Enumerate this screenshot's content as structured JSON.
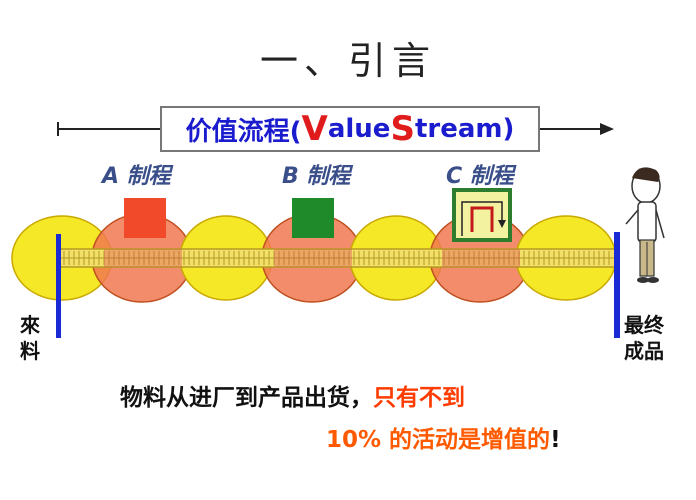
{
  "title": "一、引言",
  "value_stream": {
    "prefix": "价值流程(",
    "v_letter": "V",
    "middle": "alue ",
    "s_letter": "S",
    "suffix": "tream)"
  },
  "processes": [
    {
      "label": "A 制程",
      "color": "#f04a2a"
    },
    {
      "label": "B 制程",
      "color": "#1f8a2a"
    },
    {
      "label": "C 制程",
      "color": "#f2f2a0"
    }
  ],
  "incoming": "來\n料",
  "incoming_line1": "來",
  "incoming_line2": "料",
  "finished_line1": "最终",
  "finished_line2": "成品",
  "caption": {
    "line1_black": "物料从进厂到产品出货，",
    "line1_red": "只有不到",
    "line2_red": "10% 的活动是增值的",
    "line2_black": "!"
  },
  "colors": {
    "waste": "#f5e827",
    "value_add": "#f07850",
    "stream_bar": "#d8b830",
    "edge_bar": "#1a2bd6"
  }
}
